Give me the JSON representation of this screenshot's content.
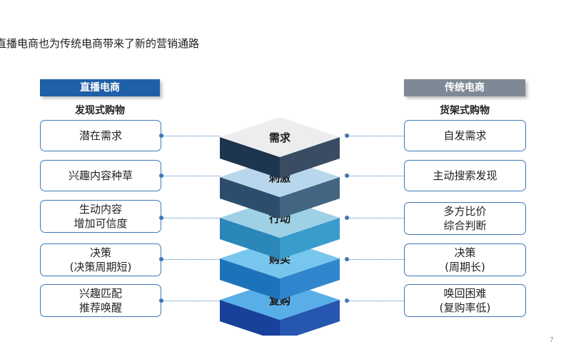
{
  "title": "直播电商也为传统电商带来了新的营销通路",
  "left": {
    "header": "直播电商",
    "subheader": "发现式购物",
    "items": [
      {
        "line1": "潜在需求",
        "line2": ""
      },
      {
        "line1": "兴趣内容种草",
        "line2": ""
      },
      {
        "line1": "生动内容",
        "line2": "增加可信度"
      },
      {
        "line1": "决策",
        "line2": "(决策周期短)"
      },
      {
        "line1": "兴趣匹配",
        "line2": "推荐唤醒"
      }
    ]
  },
  "right": {
    "header": "传统电商",
    "subheader": "货架式购物",
    "items": [
      {
        "line1": "自发需求",
        "line2": ""
      },
      {
        "line1": "主动搜索发现",
        "line2": ""
      },
      {
        "line1": "多方比价",
        "line2": "综合判断"
      },
      {
        "line1": "决策",
        "line2": "(周期长)"
      },
      {
        "line1": "唤回困难",
        "line2": "(复购率低)"
      }
    ]
  },
  "stages": [
    {
      "label": "需求",
      "top_color": "#ededef",
      "front_color": "#1e3550",
      "side_color": "#3a4c62"
    },
    {
      "label": "刺激",
      "top_color": "#b9d7ec",
      "front_color": "#2c4e6c",
      "side_color": "#426581"
    },
    {
      "label": "行动",
      "top_color": "#9fd1e6",
      "front_color": "#2a87b8",
      "side_color": "#3a9ccc"
    },
    {
      "label": "购买",
      "top_color": "#77c6ee",
      "front_color": "#1d73ba",
      "side_color": "#2f86cc"
    },
    {
      "label": "复购",
      "top_color": "#5aaee8",
      "front_color": "#17419a",
      "side_color": "#2656b0"
    }
  ],
  "page_number": "7"
}
